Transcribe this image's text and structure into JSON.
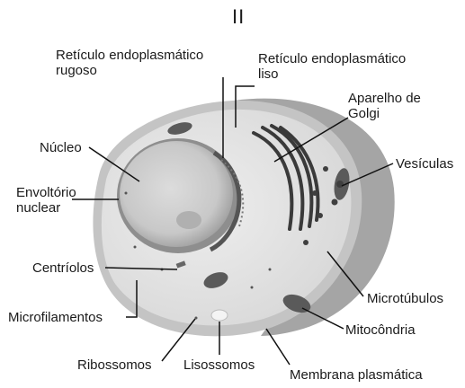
{
  "figure": {
    "panel_label": "II"
  },
  "labels": {
    "rer": "Retículo endoplasmático\nrugoso",
    "rel": "Retículo endoplasmático\nliso",
    "golgi": "Aparelho de\nGolgi",
    "nucleo": "Núcleo",
    "vesiculas": "Vesículas",
    "envoltorio": "Envoltório\nnuclear",
    "centriolos": "Centríolos",
    "microtubulos": "Microtúbulos",
    "microfilamentos": "Microfilamentos",
    "mitocondria": "Mitocôndria",
    "ribossomos": "Ribossomos",
    "lisossomos": "Lisossomos",
    "membrana": "Membrana plasmática"
  },
  "colors": {
    "cytoplasm": "#e6e6e6",
    "cell_edge": "#b9b9b9",
    "side_wall": "#9d9d9d",
    "nucleus": "#cfcfcf",
    "organelle_dark": "#4a4a4a",
    "leader_line": "#111111"
  }
}
